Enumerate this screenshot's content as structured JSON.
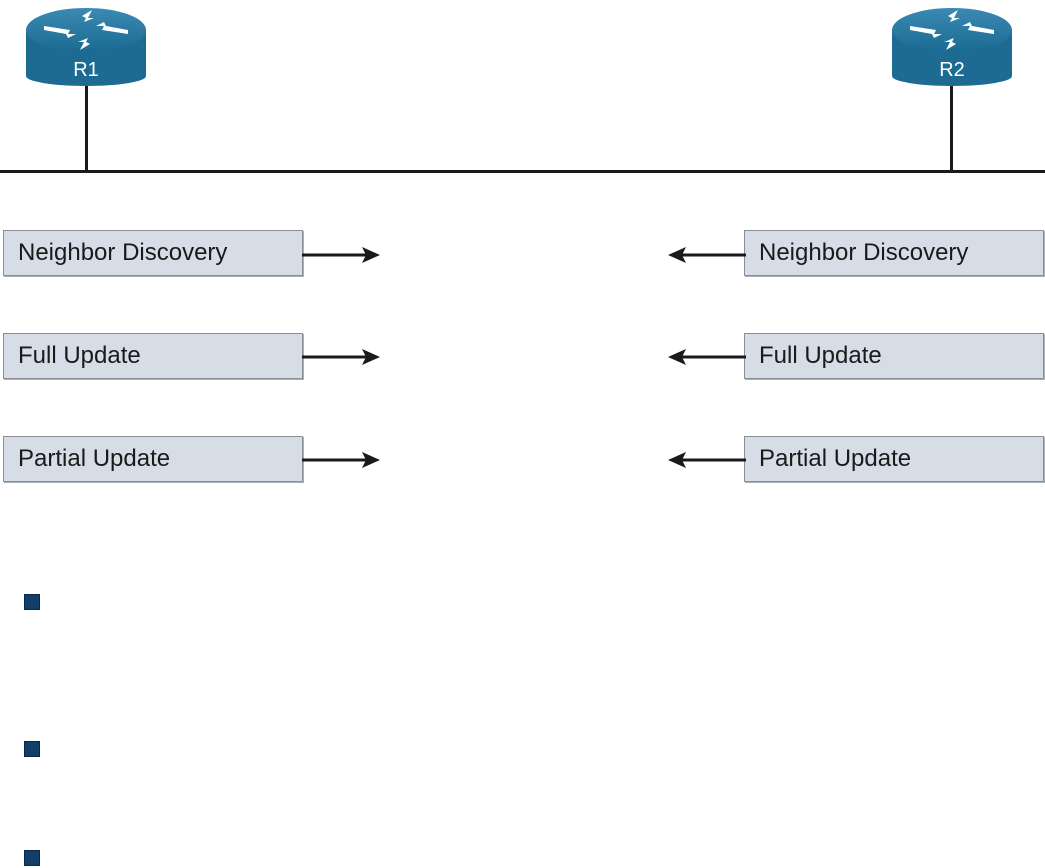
{
  "diagram": {
    "routers": [
      {
        "label": "R1"
      },
      {
        "label": "R2"
      }
    ],
    "left_messages": [
      {
        "label": "Neighbor Discovery"
      },
      {
        "label": "Full Update"
      },
      {
        "label": "Partial Update"
      }
    ],
    "right_messages": [
      {
        "label": "Neighbor Discovery"
      },
      {
        "label": "Full Update"
      },
      {
        "label": "Partial Update"
      }
    ]
  },
  "colors": {
    "router_fill": "#1f6e96",
    "message_box_fill": "#d6dde6",
    "bullet": "#123e6a",
    "line": "#1a1a1a"
  },
  "bullets": [
    {},
    {},
    {}
  ],
  "icons": {
    "router": "router-icon",
    "arrow_right": "arrow-right-icon",
    "arrow_left": "arrow-left-icon",
    "bullet": "bullet-square-icon"
  }
}
